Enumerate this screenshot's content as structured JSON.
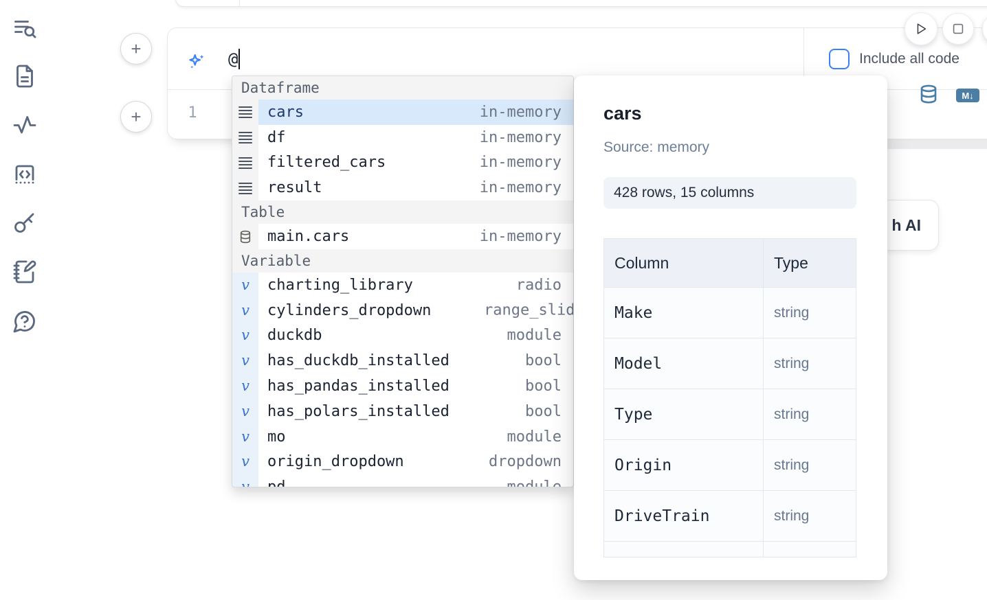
{
  "sidebar": {
    "icons": [
      {
        "name": "search-list-icon"
      },
      {
        "name": "document-icon"
      },
      {
        "name": "activity-icon"
      },
      {
        "name": "code-snippet-icon"
      },
      {
        "name": "key-icon"
      },
      {
        "name": "scratchpad-icon"
      },
      {
        "name": "help-chat-icon"
      }
    ]
  },
  "add_buttons": {
    "top_label": "+",
    "bottom_label": "+"
  },
  "ai_panel": {
    "prompt_value": "@",
    "include_all_code_label": "Include all code"
  },
  "cell": {
    "line_number": "1",
    "markdown_badge": "M↓"
  },
  "autocomplete": {
    "sections": [
      {
        "label": "Dataframe",
        "icon": "dataframe-icon",
        "items": [
          {
            "name": "cars",
            "type": "in-memory",
            "selected": true
          },
          {
            "name": "df",
            "type": "in-memory"
          },
          {
            "name": "filtered_cars",
            "type": "in-memory"
          },
          {
            "name": "result",
            "type": "in-memory"
          }
        ]
      },
      {
        "label": "Table",
        "icon": "table-icon",
        "items": [
          {
            "name": "main.cars",
            "type": "in-memory"
          }
        ]
      },
      {
        "label": "Variable",
        "icon": "variable-icon",
        "items": [
          {
            "name": "charting_library",
            "type": "radio"
          },
          {
            "name": "cylinders_dropdown",
            "type": "range_slider",
            "type_overflow": true
          },
          {
            "name": "duckdb",
            "type": "module"
          },
          {
            "name": "has_duckdb_installed",
            "type": "bool"
          },
          {
            "name": "has_pandas_installed",
            "type": "bool"
          },
          {
            "name": "has_polars_installed",
            "type": "bool"
          },
          {
            "name": "mo",
            "type": "module"
          },
          {
            "name": "origin_dropdown",
            "type": "dropdown"
          },
          {
            "name": "pd",
            "type": "module",
            "partial": true
          }
        ]
      }
    ]
  },
  "popup": {
    "title": "cars",
    "source": "Source: memory",
    "shape": "428 rows, 15 columns",
    "table": {
      "headers": [
        "Column",
        "Type"
      ],
      "rows": [
        {
          "column": "Make",
          "type": "string"
        },
        {
          "column": "Model",
          "type": "string"
        },
        {
          "column": "Type",
          "type": "string"
        },
        {
          "column": "Origin",
          "type": "string"
        },
        {
          "column": "DriveTrain",
          "type": "string"
        }
      ],
      "partial_row": true
    }
  },
  "ai_generate_button": {
    "visible_label": "h AI"
  },
  "colors": {
    "accent_blue": "#3b82f6",
    "steel_blue": "#4b7ea4",
    "selected_row_bg": "#d8e9fb"
  }
}
